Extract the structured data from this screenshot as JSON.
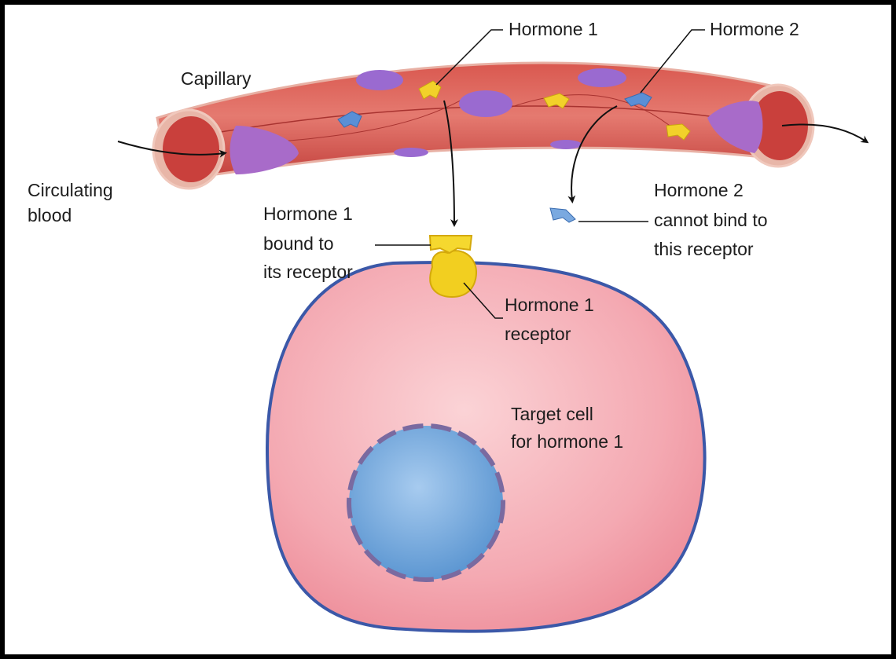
{
  "labels": {
    "capillary": "Capillary",
    "hormone1_top": "Hormone 1",
    "hormone2_top": "Hormone 2",
    "circulating_blood": [
      "Circulating",
      "blood"
    ],
    "hormone1_bound": [
      "Hormone 1",
      "bound to",
      "its receptor"
    ],
    "hormone2_cannot_bind": [
      "Hormone 2",
      "cannot bind to",
      "this receptor"
    ],
    "hormone1_receptor": [
      "Hormone 1",
      "receptor"
    ],
    "target_cell": [
      "Target cell",
      "for hormone 1"
    ]
  },
  "colors": {
    "border": "#000000",
    "vessel": "#c8433f",
    "vessel_light": "#e2716a",
    "vessel_lumen": "#b06bc8",
    "red_cell": "#9a6ad0",
    "hormone1": "#f2d12a",
    "hormone2": "#5a8fd6",
    "cell_fill": "#f3a9b1",
    "cell_outline": "#3b58a8",
    "nucleus": "#6ba6dc",
    "nucleus_outline": "#7a6aa0"
  }
}
